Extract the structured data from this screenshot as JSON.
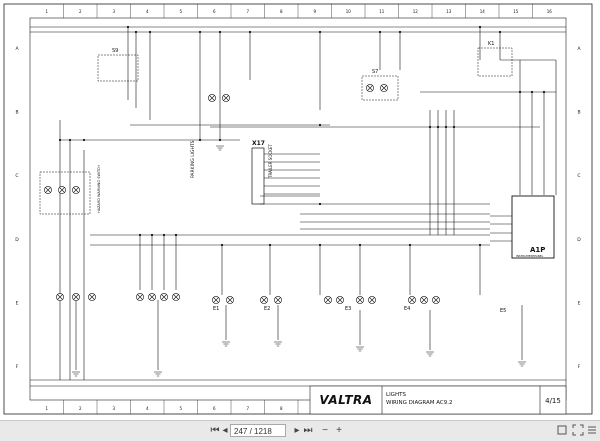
{
  "title_block": {
    "brand": "VALTRA",
    "line1": "LIGHTS",
    "line2": "WIRING DIAGRAM AC9.2",
    "sheet": "4/15"
  },
  "border": {
    "columns": [
      "1",
      "2",
      "3",
      "4",
      "5",
      "6",
      "7",
      "8",
      "9",
      "10",
      "11",
      "12",
      "13",
      "14",
      "15",
      "16"
    ],
    "rows": [
      "A",
      "B",
      "C",
      "D",
      "E",
      "F"
    ]
  },
  "components": {
    "x17": "X17",
    "a1p": "A1P",
    "a1p_sub": "INSTRUMENTPANEL",
    "parking_lights": "PARKING LIGHTS",
    "trailer_socket": "TRAILER SOCKET",
    "s7": "S7",
    "s9": "S9",
    "e1": "E1",
    "e2": "E2",
    "e3": "E3",
    "e4": "E4",
    "e5": "E5",
    "hazard": "HAZARD WARNING SWITCH",
    "k1": "K1"
  },
  "viewer": {
    "page_field": "247 / 1218",
    "zoom_out_icon": "−",
    "zoom_in_icon": "+"
  }
}
